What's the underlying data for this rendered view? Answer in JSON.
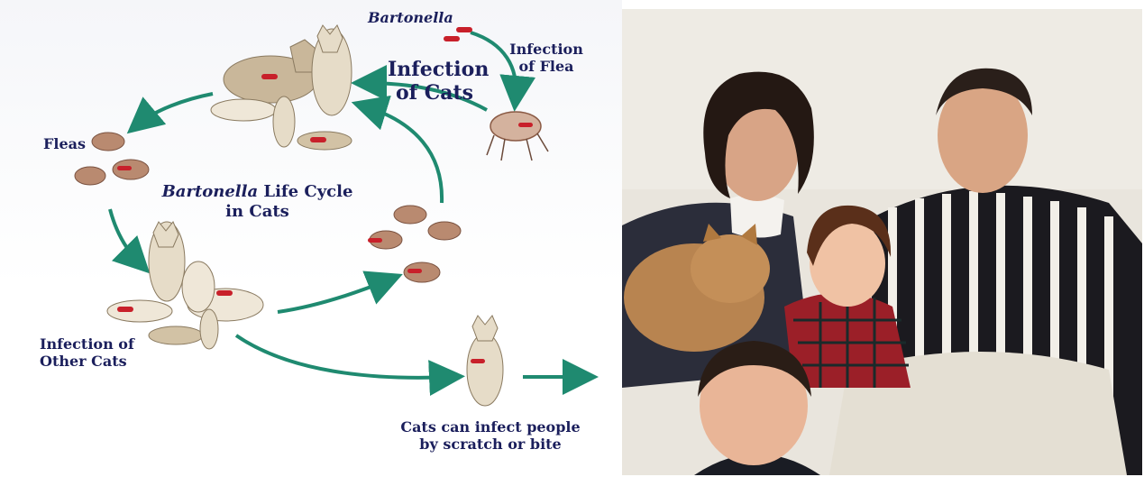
{
  "diagram": {
    "bartonella_label": "Bartonella",
    "infection_of_flea": "Infection of Flea",
    "infection_of_cats": "Infection of Cats",
    "fleas_label": "Fleas",
    "title_italic": "Bartonella",
    "title_rest": "Life Cycle in Cats",
    "infection_other_cats": "Infection of Other Cats",
    "cats_infect_people": "Cats can infect people by scratch or bite"
  },
  "colors": {
    "label_text": "#1b1f5c",
    "arrow": "#1f8a70",
    "bacteria": "#c8202a",
    "cat_fur": "#d9cbb3",
    "flea": "#b98a70"
  },
  "photo": {
    "subject": "family-portrait-with-cat"
  }
}
